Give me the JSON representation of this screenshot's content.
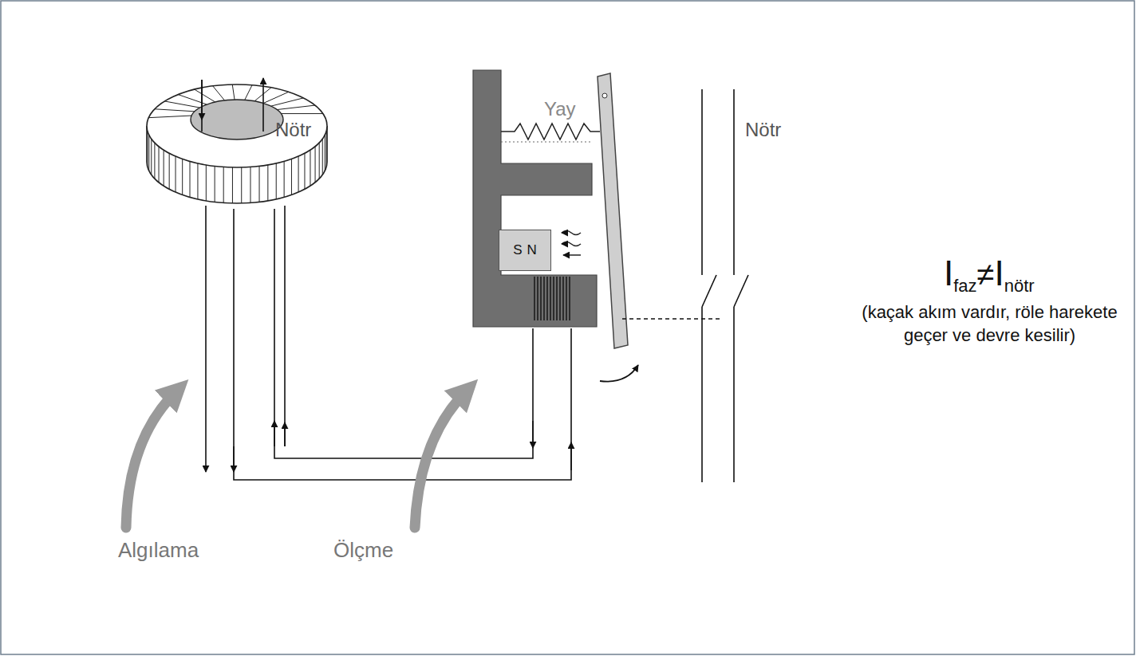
{
  "diagram": {
    "nodes": [
      {
        "text": [
          "S",
          "N"
        ]
      }
    ],
    "labels": [
      "Nötr",
      "Yay",
      "Nötr",
      "I",
      "faz",
      "≠",
      "I",
      "nötr",
      "(kaçak akım vardır, röle harekete geçer ve devre kesilir)",
      "Algılama",
      "Ölçme"
    ]
  }
}
